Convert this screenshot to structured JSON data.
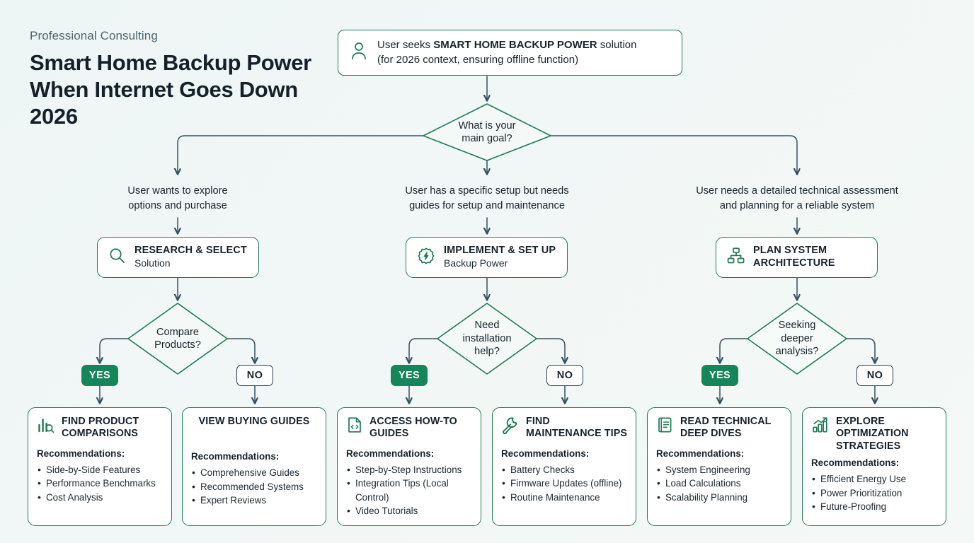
{
  "header": {
    "kicker": "Professional Consulting",
    "title": "Smart Home Backup Power When Internet Goes Down 2026"
  },
  "colors": {
    "background": "#eff7f6",
    "node_border_green": "#1e7a52",
    "diamond_stroke": "#1e7a52",
    "connector": "#35505e",
    "yes_fill": "#15855a",
    "no_border": "#2b3c47",
    "icon_green": "#1e7a52",
    "text_dark": "#16222c",
    "kicker_gray": "#4c6470"
  },
  "start_node": {
    "icon": "user-icon",
    "line1_prefix": "User seeks ",
    "line1_strong": "SMART HOME BACKUP POWER",
    "line1_suffix": " solution",
    "line2": "(for 2026 context, ensuring offline function)"
  },
  "root_decision": {
    "text": "What is your\nmain goal?"
  },
  "branches": [
    {
      "description": "User wants to explore\noptions and purchase",
      "action": {
        "icon": "magnifier-icon",
        "title": "RESEARCH & SELECT",
        "subtitle": "Solution"
      },
      "decision": "Compare\nProducts?",
      "yes_label": "YES",
      "no_label": "NO"
    },
    {
      "description": "User has a specific setup but needs\nguides for setup and maintenance",
      "action": {
        "icon": "gear-bolt-icon",
        "title": "IMPLEMENT & SET UP",
        "subtitle": "Backup Power"
      },
      "decision": "Need\ninstallation\nhelp?",
      "yes_label": "YES",
      "no_label": "NO"
    },
    {
      "description": "User needs a detailed technical assessment\nand planning for a reliable system",
      "action": {
        "icon": "org-chart-icon",
        "title": "PLAN SYSTEM ARCHITECTURE",
        "subtitle": ""
      },
      "decision": "Seeking\ndeeper\nanalysis?",
      "yes_label": "YES",
      "no_label": "NO"
    }
  ],
  "cards": [
    {
      "icon": "bar-chart-search-icon",
      "title": "FIND PRODUCT COMPARISONS",
      "rec_label": "Recommendations:",
      "items": [
        "Side-by-Side Features",
        "Performance Benchmarks",
        "Cost Analysis"
      ]
    },
    {
      "icon": "",
      "title": "VIEW BUYING GUIDES",
      "rec_label": "Recommendations:",
      "items": [
        "Comprehensive Guides",
        "Recommended Systems",
        "Expert Reviews"
      ]
    },
    {
      "icon": "code-file-icon",
      "title": "ACCESS HOW-TO GUIDES",
      "rec_label": "Recommendations:",
      "items": [
        "Step-by-Step Instructions",
        "Integration Tips (Local Control)",
        "Video Tutorials"
      ]
    },
    {
      "icon": "wrench-icon",
      "title": "FIND MAINTENANCE TIPS",
      "rec_label": "Recommendations:",
      "items": [
        "Battery Checks",
        "Firmware Updates (offline)",
        "Routine Maintenance"
      ]
    },
    {
      "icon": "book-icon",
      "title": "READ TECHNICAL DEEP DIVES",
      "rec_label": "Recommendations:",
      "items": [
        "System Engineering",
        "Load Calculations",
        "Scalability Planning"
      ]
    },
    {
      "icon": "trending-bars-icon",
      "title": "EXPLORE OPTIMIZATION STRATEGIES",
      "rec_label": "Recommendations:",
      "items": [
        "Efficient Energy Use",
        "Power Prioritization",
        "Future-Proofing"
      ]
    }
  ]
}
